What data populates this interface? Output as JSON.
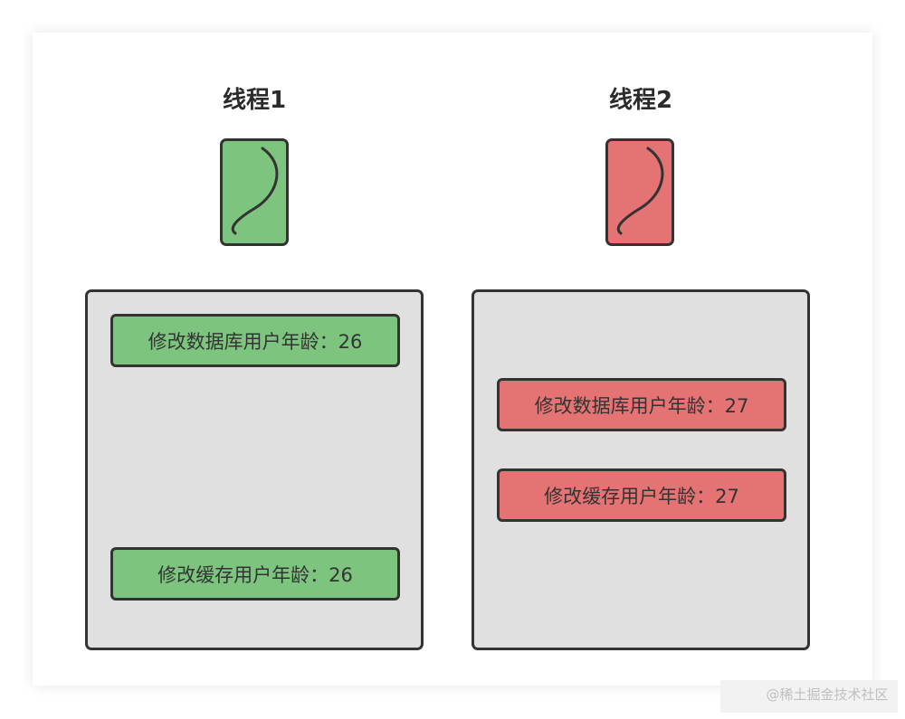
{
  "colors": {
    "thread1": "#7dc57f",
    "thread2": "#e57373",
    "panel_bg": "#e0e0e0",
    "border": "#333333"
  },
  "thread1": {
    "title": "线程1",
    "ops": [
      "修改数据库用户年龄：26",
      "修改缓存用户年龄：26"
    ]
  },
  "thread2": {
    "title": "线程2",
    "ops": [
      "修改数据库用户年龄：27",
      "修改缓存用户年龄：27"
    ]
  },
  "watermark": "@稀土掘金技术社区"
}
